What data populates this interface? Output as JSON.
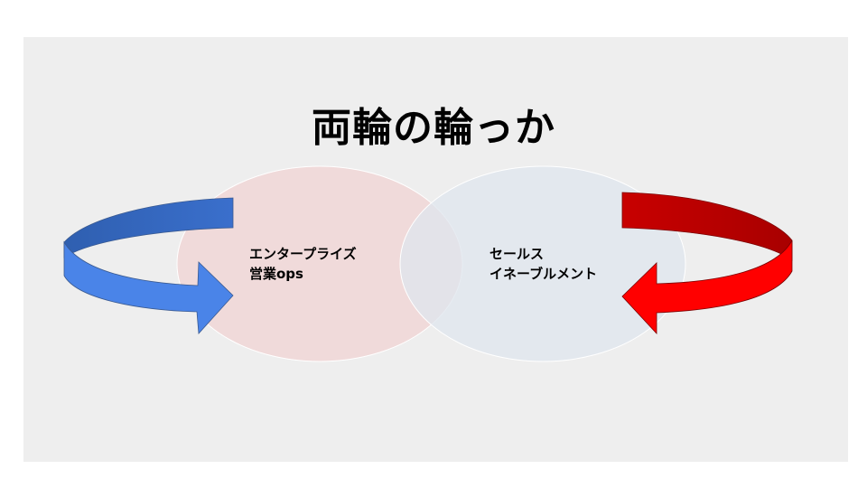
{
  "title": "両輪の輪っか",
  "left_circle": {
    "line1": "エンタープライズ",
    "line2": "営業ops",
    "color": "#f0d6d6"
  },
  "right_circle": {
    "line1": "セールス",
    "line2": "イネーブルメント",
    "color": "#dfe6ee"
  },
  "arrows": {
    "left_color": "#4a7fe0",
    "right_color": "#e60000"
  },
  "background_color": "#eeeeee"
}
